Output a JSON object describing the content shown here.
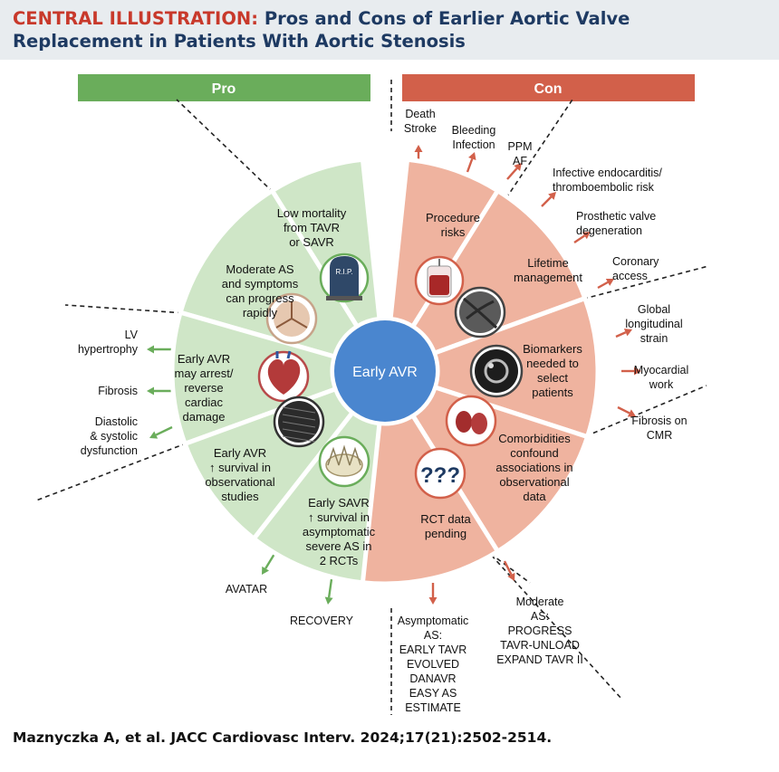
{
  "title": {
    "lead": "CENTRAL ILLUSTRATION:",
    "line1": "Pros and Cons of Earlier Aortic Valve",
    "line2": "Replacement in Patients With Aortic Stenosis"
  },
  "pro_label": "Pro",
  "con_label": "Con",
  "center_label": "Early AVR",
  "pro_segments": [
    {
      "lines": [
        "Low mortality",
        "from TAVR",
        "or SAVR"
      ]
    },
    {
      "lines": [
        "Moderate AS",
        "and symptoms",
        "can progress",
        "rapidly"
      ]
    },
    {
      "lines": [
        "Early AVR",
        "may arrest/",
        "reverse",
        "cardiac",
        "damage"
      ]
    },
    {
      "lines": [
        "Early AVR",
        "↑ survival in",
        "observational",
        "studies"
      ]
    },
    {
      "lines": [
        "Early SAVR",
        "↑ survival in",
        "asymptomatic",
        "severe AS in",
        "2 RCTs"
      ]
    }
  ],
  "con_segments": [
    {
      "lines": [
        "Procedure",
        "risks"
      ]
    },
    {
      "lines": [
        "Lifetime",
        "management"
      ]
    },
    {
      "lines": [
        "Biomarkers",
        "needed to",
        "select",
        "patients"
      ]
    },
    {
      "lines": [
        "Comorbidities",
        "confound",
        "associations in",
        "observational",
        "data"
      ]
    },
    {
      "lines": [
        "RCT data",
        "pending"
      ]
    }
  ],
  "icons": {
    "tombstone_text": "R.I.P.",
    "question_text": "???"
  },
  "pro_outcomes": [
    {
      "lines": [
        "LV",
        "hypertrophy"
      ]
    },
    {
      "lines": [
        "Fibrosis"
      ]
    },
    {
      "lines": [
        "Diastolic",
        "& systolic",
        "dysfunction"
      ]
    }
  ],
  "pro_trials": [
    {
      "lines": [
        "AVATAR"
      ]
    },
    {
      "lines": [
        "RECOVERY"
      ]
    }
  ],
  "con_outcomes": [
    {
      "lines": [
        "Death",
        "Stroke"
      ]
    },
    {
      "lines": [
        "Bleeding",
        "Infection"
      ]
    },
    {
      "lines": [
        "PPM",
        "AF"
      ]
    },
    {
      "lines": [
        "Infective endocarditis/",
        "thromboembolic risk"
      ]
    },
    {
      "lines": [
        "Prosthetic valve",
        "degeneration"
      ]
    },
    {
      "lines": [
        "Coronary",
        "access"
      ]
    },
    {
      "lines": [
        "Global",
        "longitudinal",
        "strain"
      ]
    },
    {
      "lines": [
        "Myocardial",
        "work"
      ]
    },
    {
      "lines": [
        "Fibrosis on",
        "CMR"
      ]
    }
  ],
  "con_trials": [
    {
      "lines": [
        "Asymptomatic",
        "AS:",
        "EARLY TAVR",
        "EVOLVED",
        "DANAVR",
        "EASY AS",
        "ESTIMATE"
      ]
    },
    {
      "lines": [
        "Moderate",
        "AS:",
        "PROGRESS",
        "TAVR-UNLOAD",
        "EXPAND TAVR II"
      ]
    }
  ],
  "citation": "Maznyczka A, et al. JACC Cardiovasc Interv. 2024;17(21):2502-2514.",
  "colors": {
    "title_lead": "#c8392b",
    "title": "#1e3a62",
    "pro": "#6aad5b",
    "pro_fill": "#cfe6c7",
    "con": "#d2604a",
    "con_fill": "#efb39f",
    "center": "#4a86cf",
    "header_bg": "#e8ecef"
  }
}
